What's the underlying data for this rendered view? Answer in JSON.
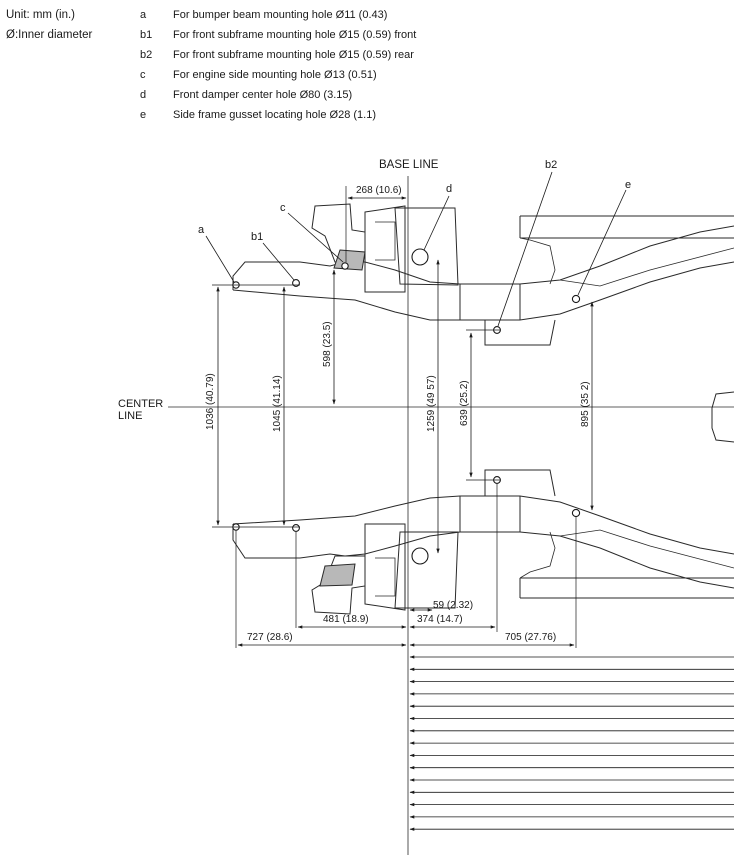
{
  "header": {
    "unit": "Unit: mm (in.)",
    "diameter_note": "Ø:Inner diameter"
  },
  "legend": [
    {
      "key": "a",
      "desc": "For bumper beam mounting hole Ø11 (0.43)"
    },
    {
      "key": "b1",
      "desc": "For front subframe mounting hole Ø15 (0.59) front"
    },
    {
      "key": "b2",
      "desc": "For front subframe mounting hole Ø15 (0.59) rear"
    },
    {
      "key": "c",
      "desc": "For engine side mounting hole Ø13 (0.51)"
    },
    {
      "key": "d",
      "desc": "Front damper center hole Ø80 (3.15)"
    },
    {
      "key": "e",
      "desc": "Side frame gusset locating hole Ø28 (1.1)"
    }
  ],
  "diagram": {
    "base_line": "BASE LINE",
    "center_line_1": "CENTER",
    "center_line_2": "LINE",
    "point_labels": {
      "a": "a",
      "b1": "b1",
      "b2": "b2",
      "c": "c",
      "d": "d",
      "e": "e"
    },
    "dimensions": {
      "d268": "268 (10.6)",
      "d598": "598 (23.5)",
      "d1036": "1036 (40.79)",
      "d1045": "1045 (41.14)",
      "d1259": "1259 (49 57)",
      "d639": "639 (25.2)",
      "d895": "895 (35 2)",
      "d59": "59 (2.32)",
      "d481": "481 (18.9)",
      "d374": "374 (14.7)",
      "d727": "727 (28.6)",
      "d705": "705 (27.76)"
    }
  }
}
